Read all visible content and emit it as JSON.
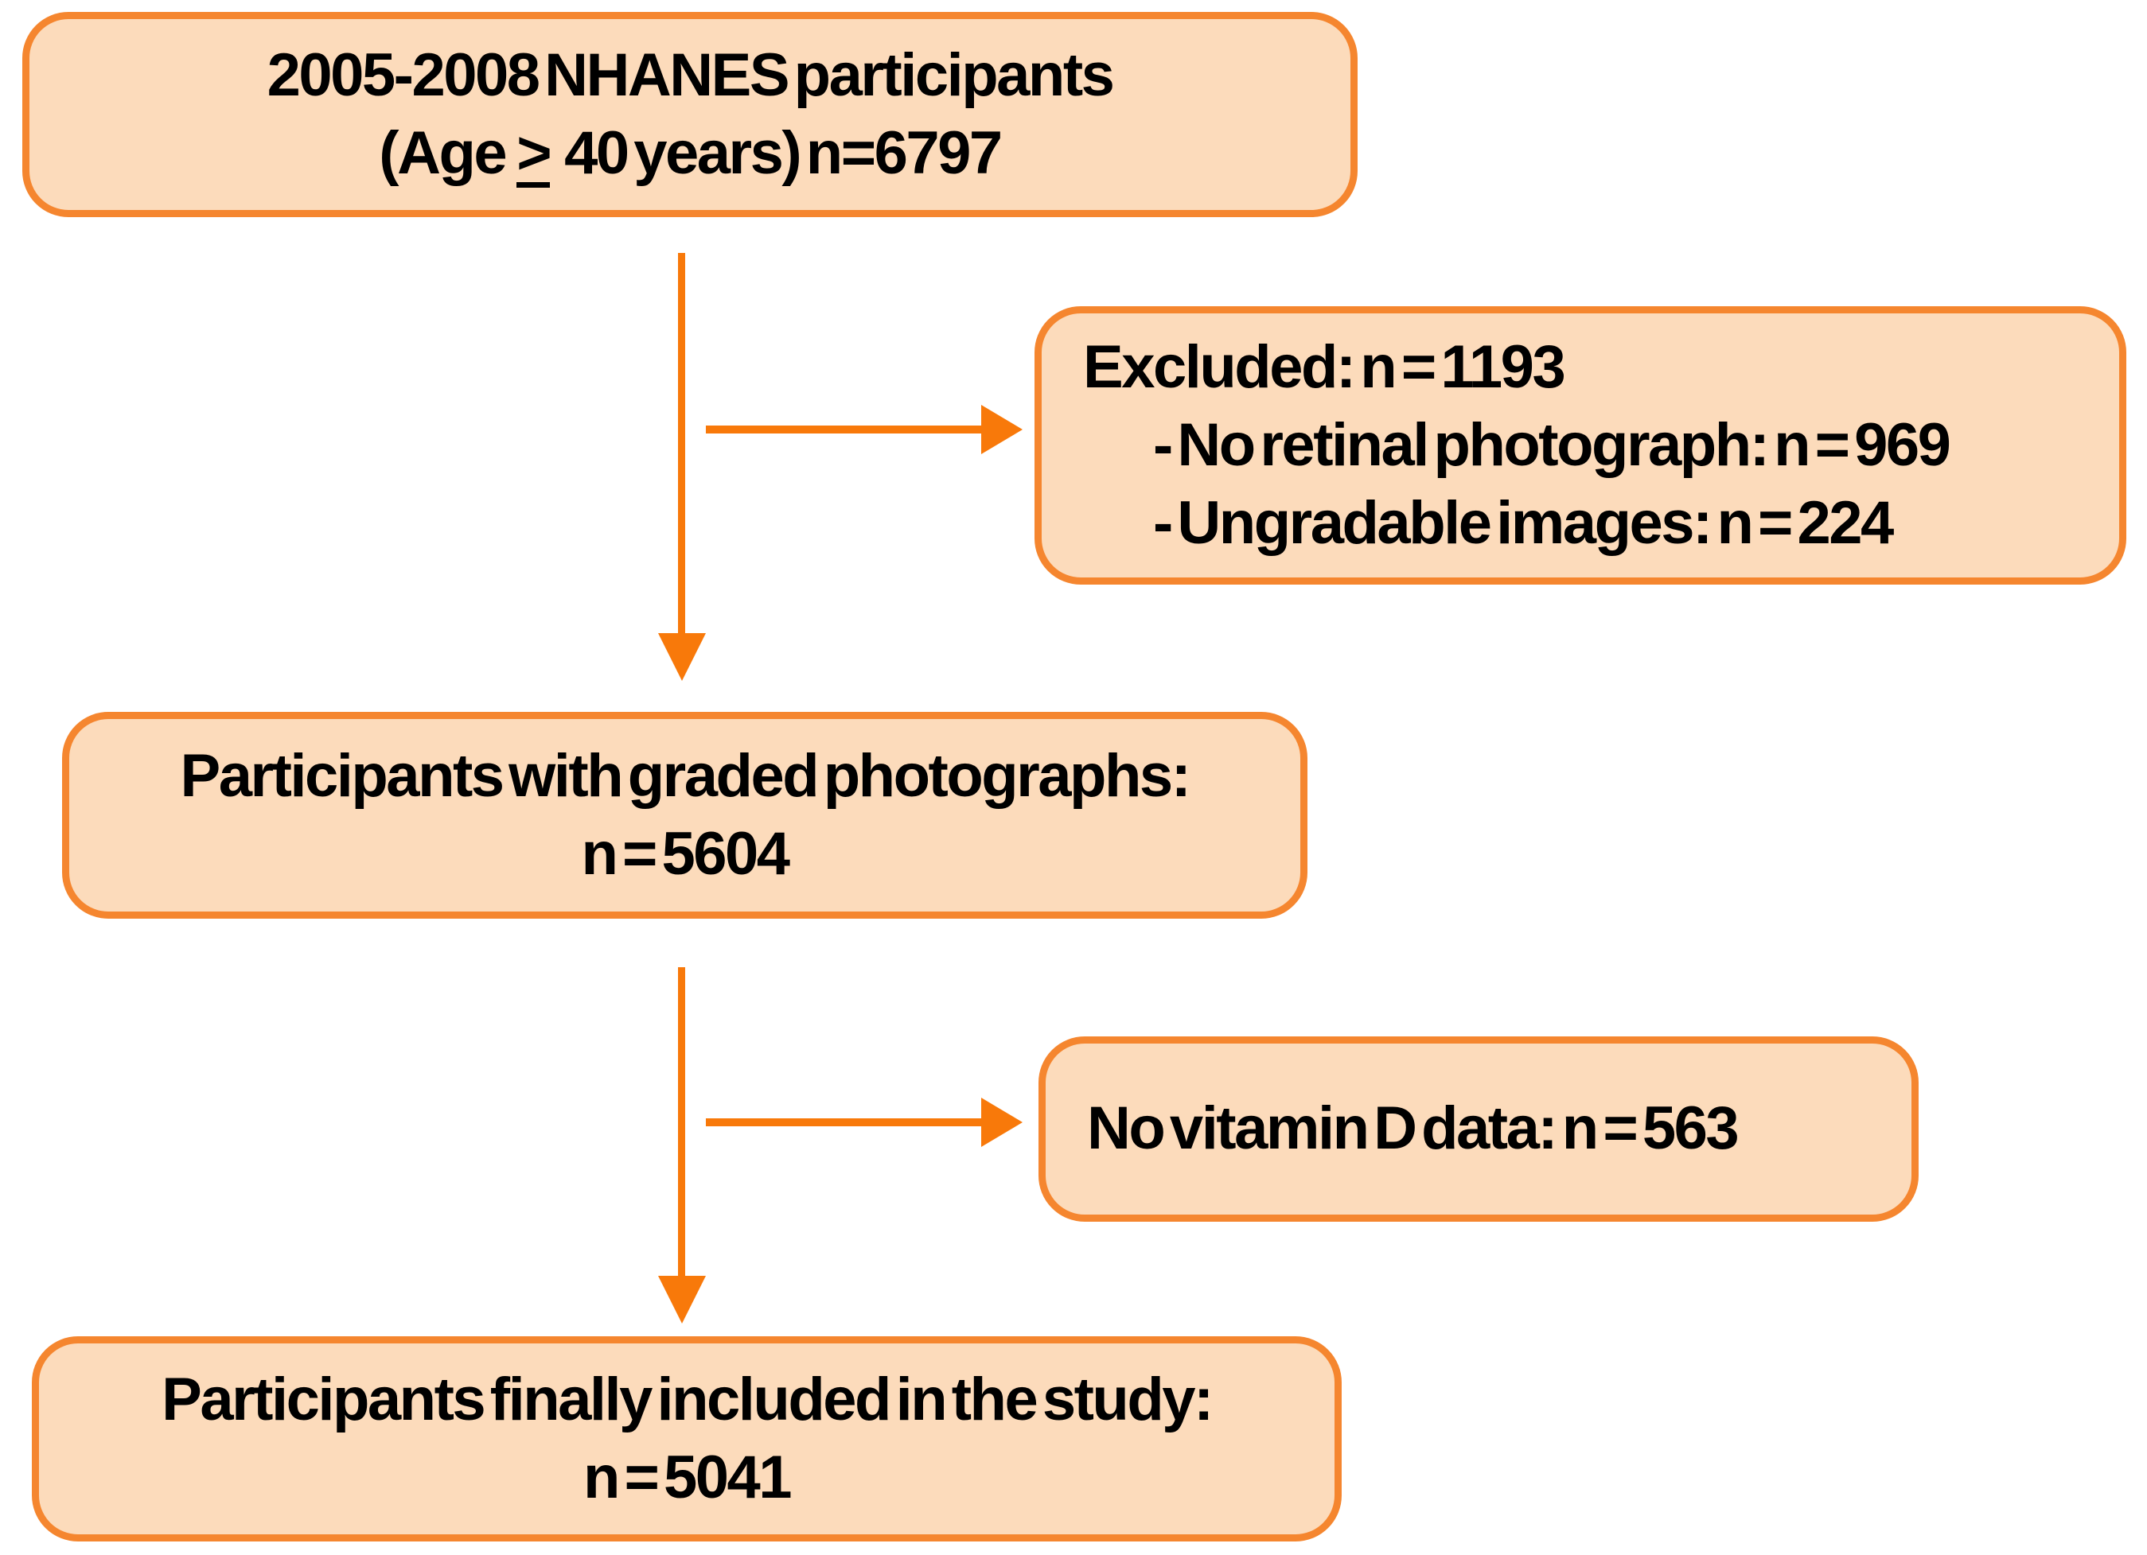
{
  "colors": {
    "box_fill": "#FCDBBB",
    "box_border": "#F5862F",
    "arrow": "#F8790A",
    "text": "#000000",
    "background": "#FFFFFF"
  },
  "nodes": {
    "top": {
      "line1": "2005-2008 NHANES participants",
      "age_prefix": "(Age",
      "age_symbol": ">",
      "age_suffix": "40 years) n=6797",
      "n": 6797
    },
    "excluded": {
      "line1": "Excluded: n = 1193",
      "items": [
        "- No retinal photograph: n = 969",
        "- Ungradable images: n = 224"
      ],
      "n": 1193
    },
    "graded": {
      "line1": "Participants with graded photographs:",
      "line2": "n = 5604",
      "n": 5604
    },
    "no_vitd": {
      "line1": "No vitamin D data: n = 563",
      "n": 563
    },
    "final": {
      "line1": "Participants finally included in the study:",
      "line2": "n = 5041",
      "n": 5041
    }
  },
  "edges": [
    {
      "from": "top",
      "to": "graded",
      "branch_to": "excluded"
    },
    {
      "from": "graded",
      "to": "final",
      "branch_to": "no_vitd"
    }
  ]
}
